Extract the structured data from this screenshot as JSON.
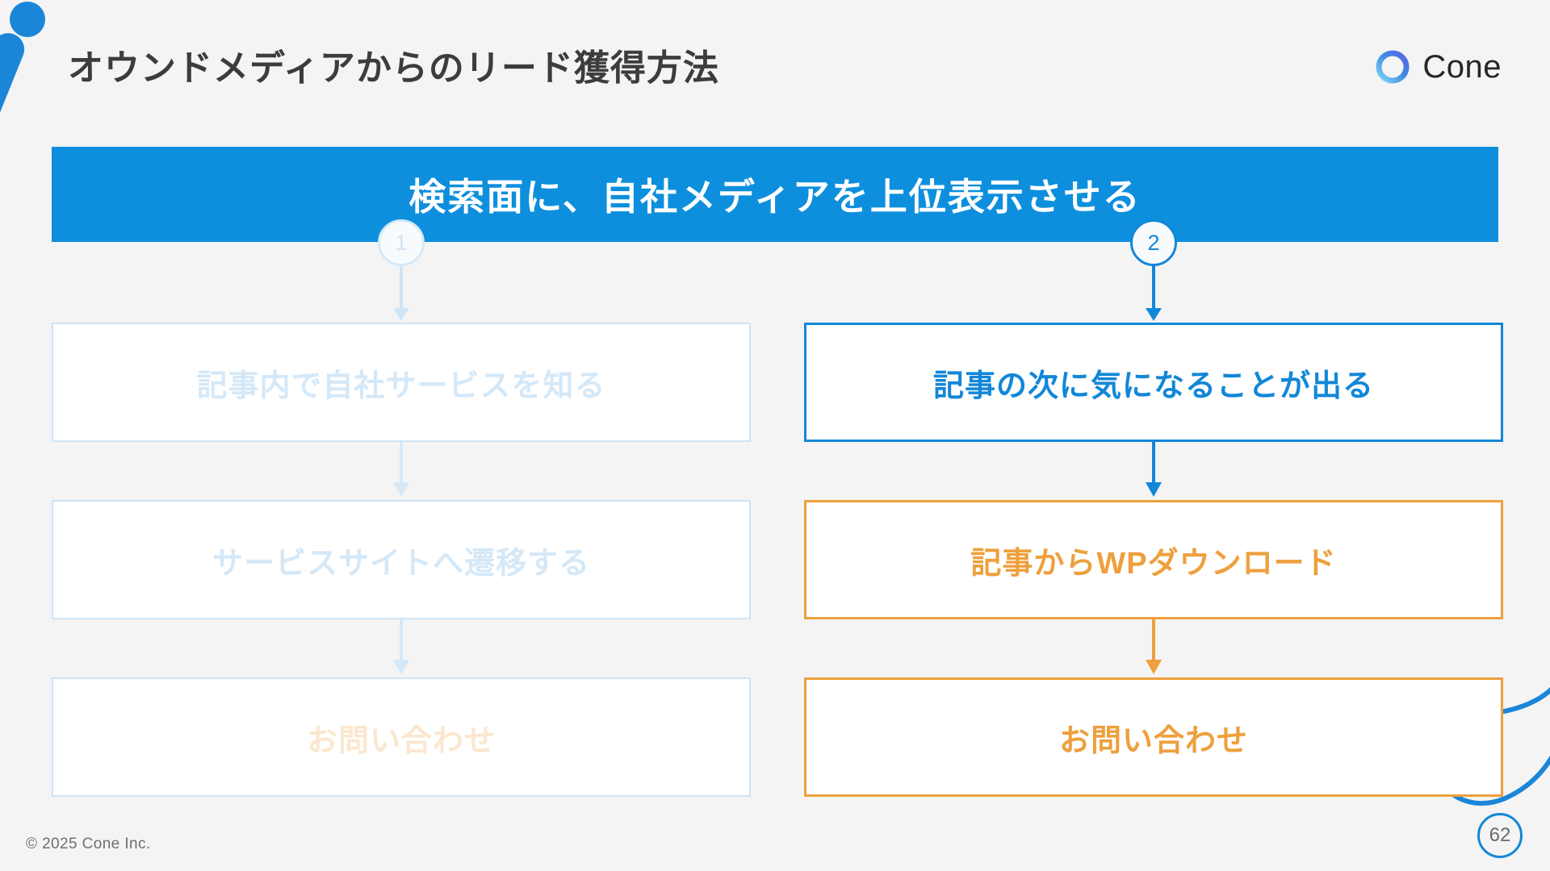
{
  "header": {
    "title": "オウンドメディアからのリード獲得方法",
    "brand_name": "Cone",
    "brand_icon": "cone-ring-logo",
    "corner_decoration": "blue-dot-and-slash-mark"
  },
  "banner": {
    "text": "検索面に、自社メディアを上位表示させる",
    "background_color": "#0d8fdd",
    "text_color": "#ffffff"
  },
  "flows": [
    {
      "id": "flow-1",
      "step_number": "1",
      "state": "faded",
      "badge_border_color": "#d4e9f8",
      "badge_text_color": "#cfe5f6",
      "head_arrow_color": "#cfe5f6",
      "steps": [
        {
          "label": "記事内で自社サービスを知る",
          "border_color": "#cde4f6",
          "text_color": "#d4e8f8",
          "arrow_color": "#d4e8f8"
        },
        {
          "label": "サービスサイトへ遷移する",
          "border_color": "#cde4f6",
          "text_color": "#d4e8f8",
          "arrow_color": "#d4e8f8"
        },
        {
          "label": "お問い合わせ",
          "border_color": "#cde4f6",
          "text_color": "#fbe7cf",
          "arrow_color": null
        }
      ]
    },
    {
      "id": "flow-2",
      "step_number": "2",
      "state": "active",
      "badge_border_color": "#1287d8",
      "badge_text_color": "#1287d8",
      "head_arrow_color": "#1287d8",
      "steps": [
        {
          "label": "記事の次に気になることが出る",
          "border_color": "#1287d8",
          "text_color": "#1287d8",
          "arrow_color": "#1287d8"
        },
        {
          "label": "記事からWPダウンロード",
          "border_color": "#eda03d",
          "text_color": "#eda03d",
          "arrow_color": "#eda03d"
        },
        {
          "label": "お問い合わせ",
          "border_color": "#eda03d",
          "text_color": "#eda03d",
          "arrow_color": null
        }
      ]
    }
  ],
  "footer": {
    "copyright": "© 2025 Cone Inc.",
    "page_number": "62",
    "page_number_border_color": "#1287d8",
    "decoration": "blue-leaf-outline"
  },
  "theme": {
    "background": "#f4f4f4",
    "primary_blue": "#1287d8",
    "banner_blue": "#0d8fdd",
    "accent_orange": "#eda03d",
    "faint_blue": "#cde4f6",
    "faint_orange": "#fbe7cf",
    "title_gray": "#3c3c3c"
  }
}
